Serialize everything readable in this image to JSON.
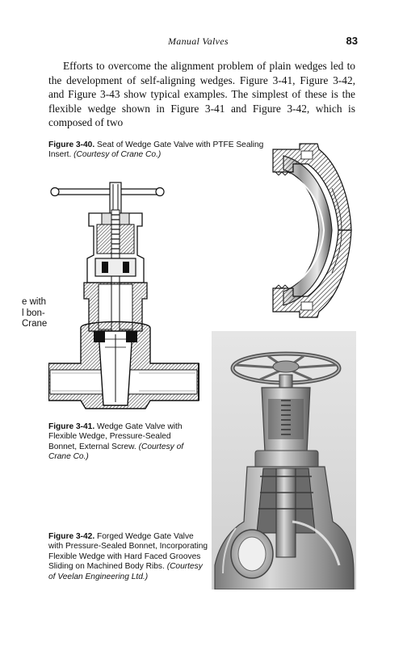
{
  "header": {
    "running_title": "Manual Valves",
    "page_number": "83"
  },
  "body": {
    "paragraph": "Efforts to overcome the alignment problem of plain wedges led to the development of self-aligning wedges. Figure 3-41, Figure 3-42, and Figure 3-43 show typical examples. The simplest of these is the flexible wedge shown in Figure 3-41 and Figure 3-42, which is composed of two"
  },
  "figures": [
    {
      "label": "Figure 3-40.",
      "caption": "Seat of Wedge Gate Valve with PTFE Sealing Insert.",
      "credit": "(Courtesy of Crane Co.)"
    },
    {
      "label": "Figure 3-41.",
      "caption": "Wedge Gate Valve with Flexible Wedge, Pressure-Sealed Bonnet, External Screw.",
      "credit": "(Courtesy of Crane Co.)"
    },
    {
      "label": "Figure 3-42.",
      "caption": "Forged Wedge Gate Valve with Pressure-Sealed Bonnet, Incorporating Flexible Wedge with Hard Faced Grooves Sliding on Machined Body Ribs.",
      "credit": "(Courtesy of Veelan Engineering Ltd.)"
    }
  ],
  "clipped_fragment": {
    "lines": [
      "e with",
      "l bon-",
      "Crane"
    ]
  }
}
